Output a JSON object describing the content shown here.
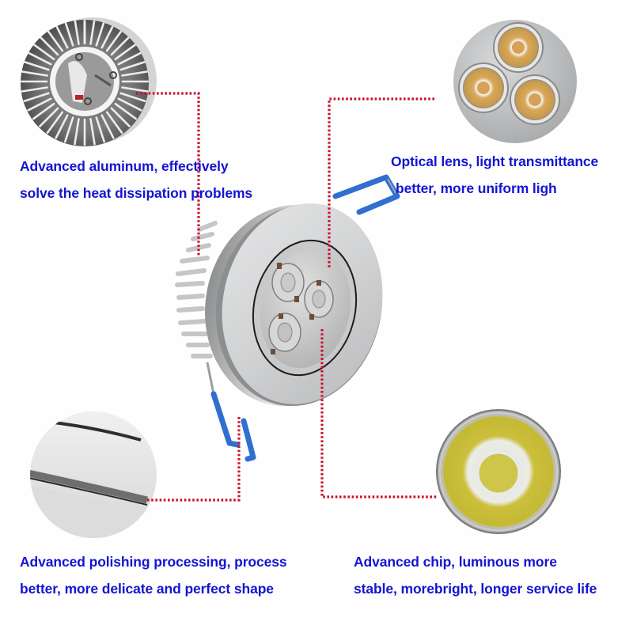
{
  "callouts": {
    "heat_sink": {
      "line1": "Advanced aluminum, effectively",
      "line2": "solve the heat dissipation problems"
    },
    "optical_lens": {
      "line1": "Optical lens, light transmittance",
      "line2": "better, more uniform ligh"
    },
    "polishing": {
      "line1": "Advanced polishing processing, process",
      "line2": "better, more delicate and perfect shape"
    },
    "chip": {
      "line1": "Advanced chip, luminous more",
      "line2": "stable, morebright, longer service life"
    }
  },
  "images": {
    "heat_sink_closeup": "heat-sink-fins-closeup",
    "lens_closeup": "three-led-lens-closeup",
    "product": "recessed-led-downlight-3-led",
    "polish_closeup": "polished-rim-closeup",
    "chip_closeup": "led-chip-lens-closeup"
  },
  "colors": {
    "caption_text": "#1414d2",
    "leader_line": "#c8102e",
    "spring_clip": "#2f6fd0",
    "aluminum": "#c9cbcd",
    "led_amber": "#d9a85a",
    "chip_yellow": "#c8c23a"
  }
}
